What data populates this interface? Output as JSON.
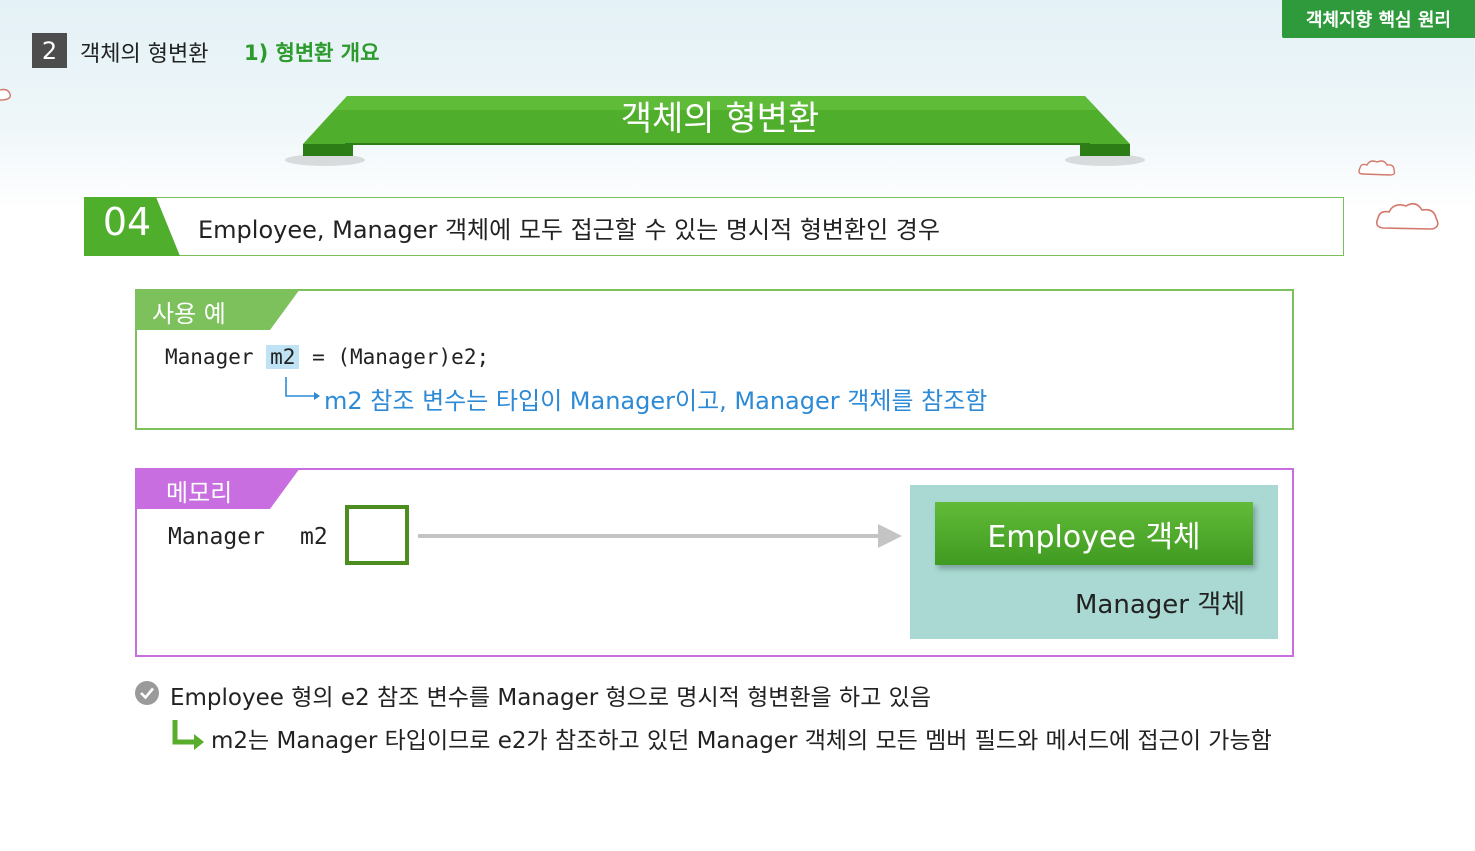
{
  "corner_tag": "객체지향 핵심 원리",
  "header": {
    "chapter_number": "2",
    "chapter_title": "객체의 형변환",
    "subsection": "1) 형변환 개요"
  },
  "banner_title": "객체의 형변환",
  "section": {
    "number": "04",
    "title": "Employee, Manager 객체에 모두 접근할 수 있는 명시적 형변환인 경우"
  },
  "example": {
    "tab_label": "사용 예",
    "code_prefix": "Manager ",
    "code_highlight": "m2",
    "code_suffix": " = (Manager)e2;",
    "note": "m2 참조 변수는 타입이 Manager이고, Manager 객체를 참조함"
  },
  "memory": {
    "tab_label": "메모리",
    "type_label": "Manager",
    "var_label": "m2",
    "employee_object": "Employee 객체",
    "manager_object": "Manager 객체"
  },
  "explanation": {
    "line1": "Employee 형의 e2 참조 변수를 Manager 형으로 명시적 형변환을 하고 있음",
    "line2": "m2는 Manager 타입이므로 e2가 참조하고 있던 Manager 객체의 모든 멤버 필드와 메서드에 접근이 가능함"
  },
  "colors": {
    "accent_green": "#3f9a21",
    "ribbon_green": "#4fae2c",
    "memory_purple": "#c86ee0",
    "note_blue": "#2d8ad6",
    "object_teal": "#a9d9d2"
  }
}
